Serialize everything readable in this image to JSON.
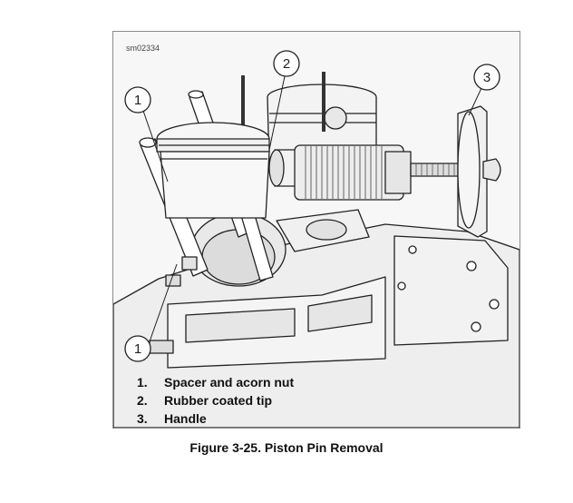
{
  "figure": {
    "id_label": "sm02334",
    "callouts": [
      "1",
      "2",
      "3"
    ],
    "legend": [
      {
        "num": "1.",
        "text": "Spacer and acorn nut"
      },
      {
        "num": "2.",
        "text": "Rubber coated tip"
      },
      {
        "num": "3.",
        "text": "Handle"
      }
    ],
    "caption": "Figure 3-25. Piston Pin Removal"
  }
}
